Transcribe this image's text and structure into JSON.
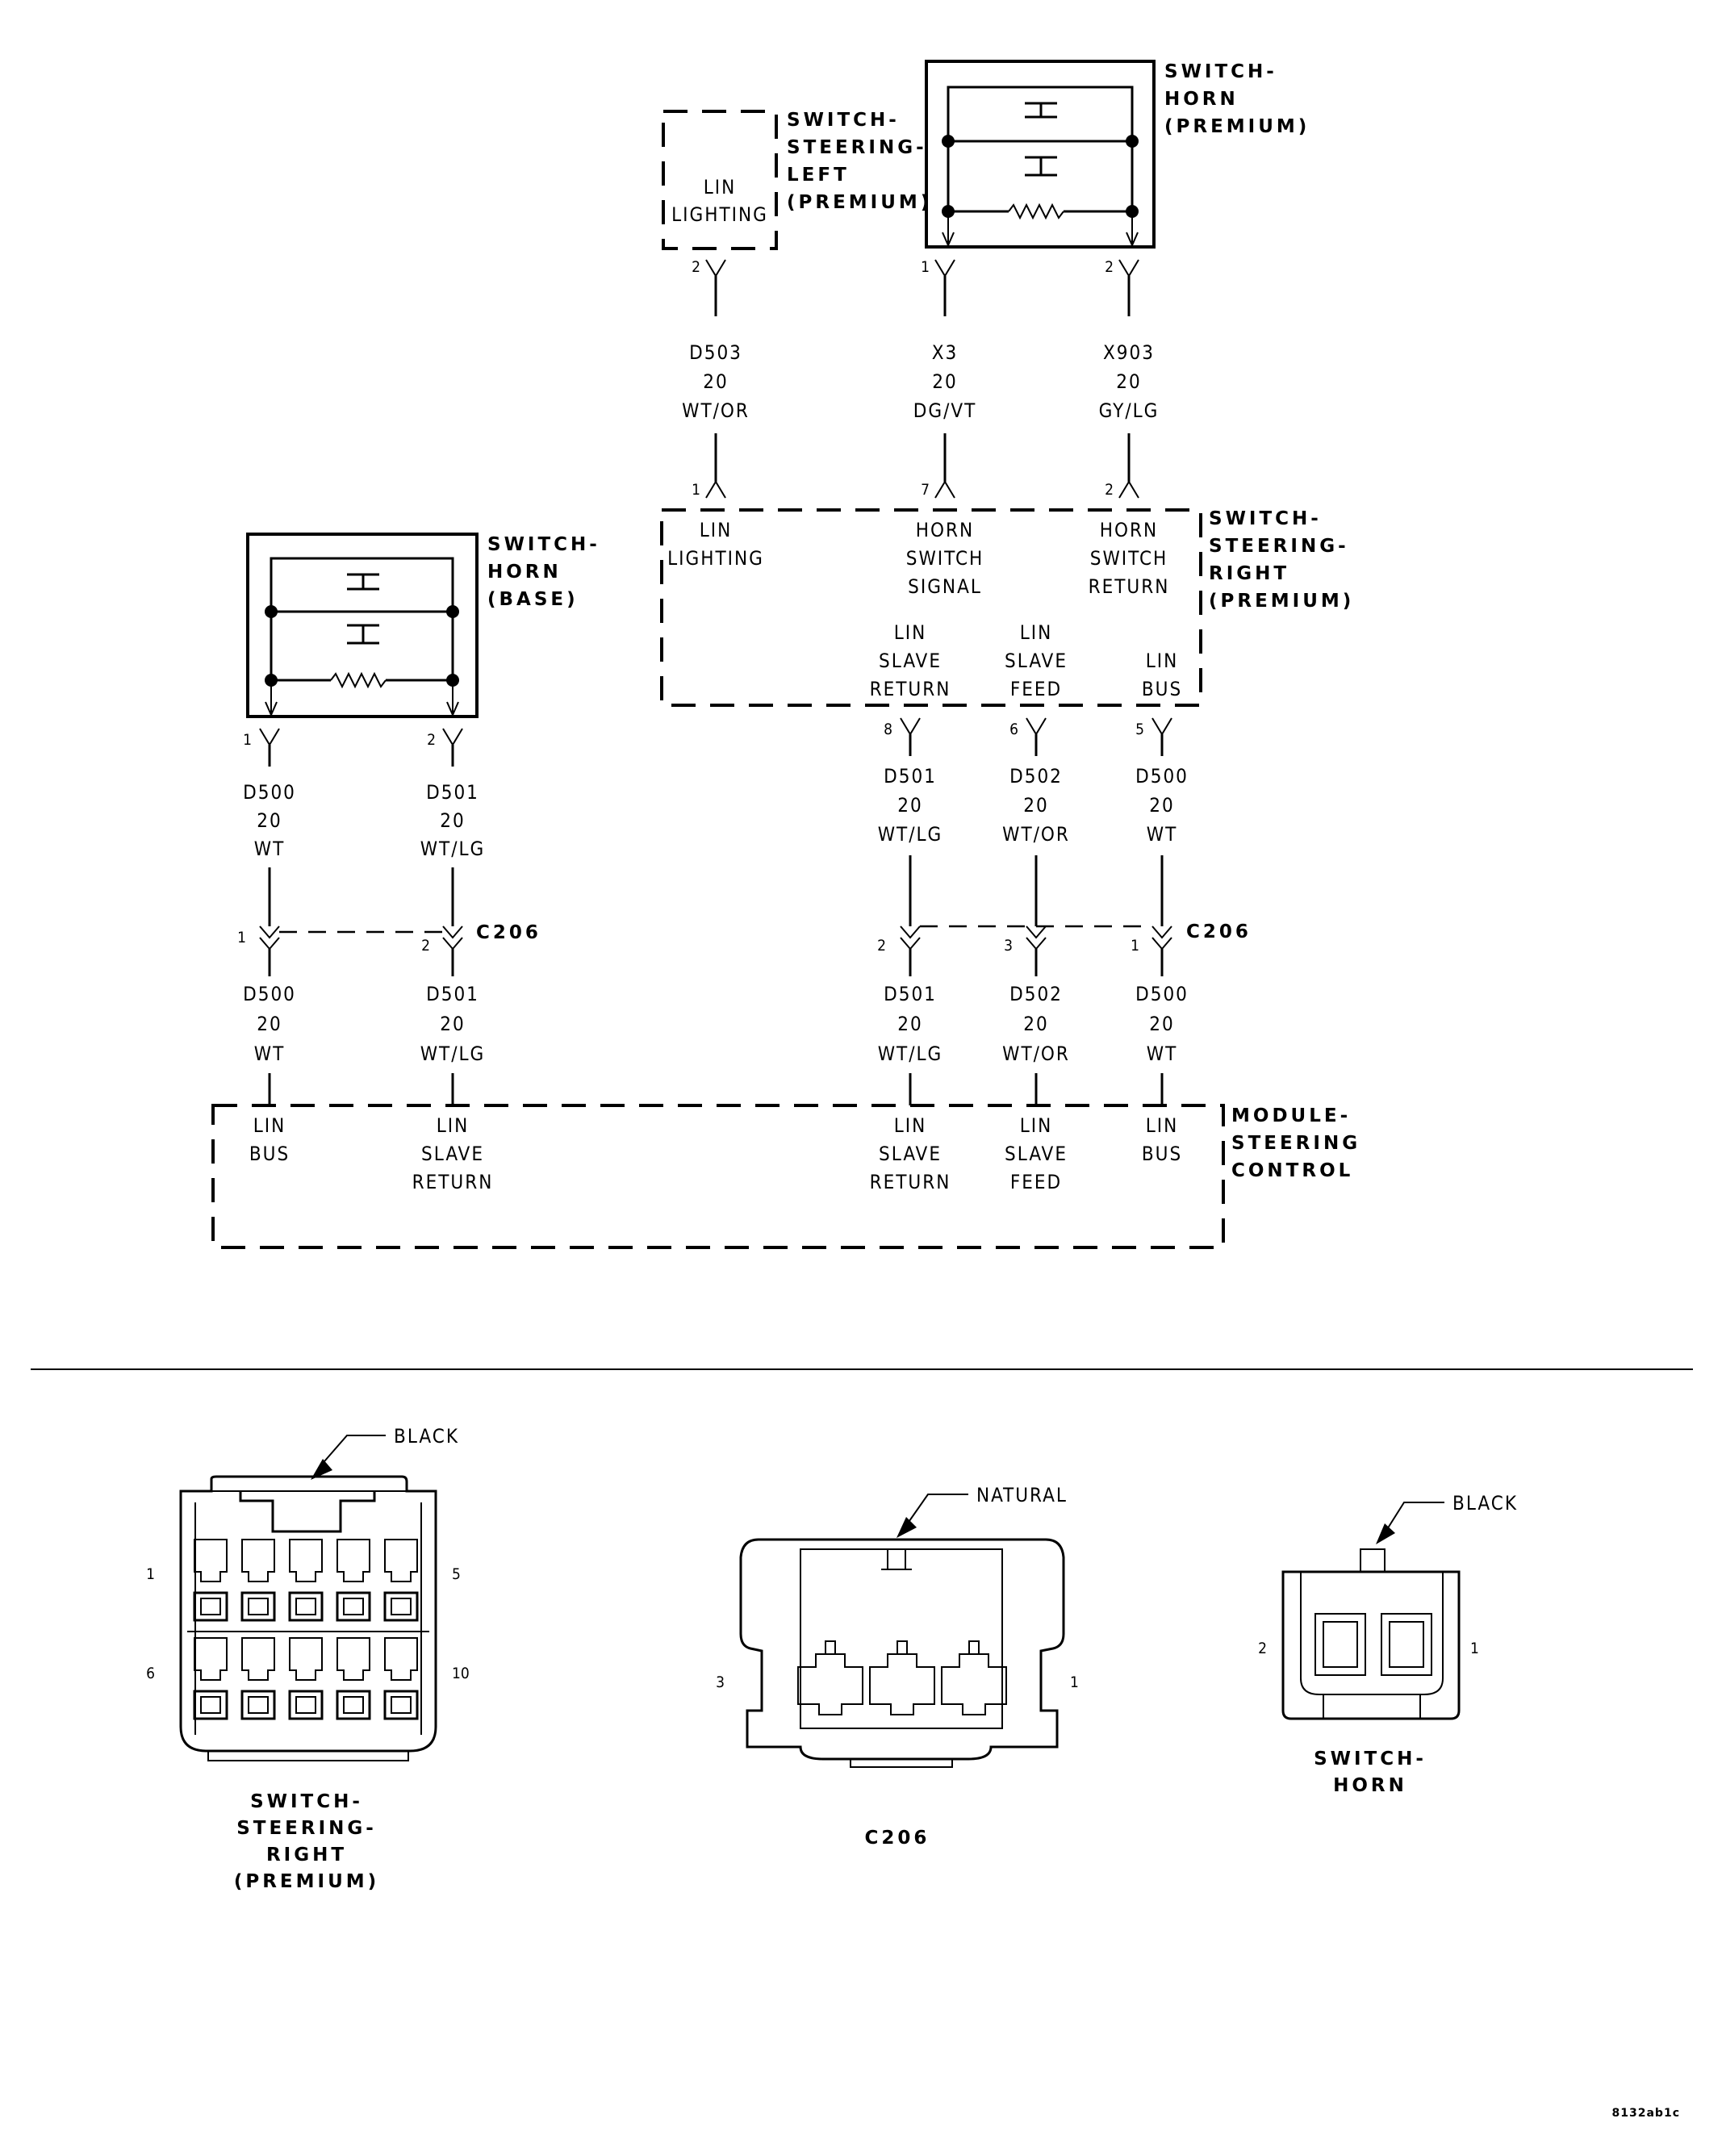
{
  "components": {
    "switch_steering_left": [
      "SWITCH-",
      "STEERING-",
      "LEFT",
      "(PREMIUM)"
    ],
    "switch_horn_premium": [
      "SWITCH-",
      "HORN",
      "(PREMIUM)"
    ],
    "switch_horn_base": [
      "SWITCH-",
      "HORN",
      "(BASE)"
    ],
    "switch_steering_right": [
      "SWITCH-",
      "STEERING-",
      "RIGHT",
      "(PREMIUM)"
    ],
    "module_steering_control": [
      "MODULE-",
      "STEERING",
      "CONTROL"
    ]
  },
  "pin_functions": {
    "left_lin_lighting": [
      "LIN",
      "LIGHTING"
    ],
    "right_lin_lighting": [
      "LIN",
      "LIGHTING"
    ],
    "right_horn_switch_signal": [
      "HORN",
      "SWITCH",
      "SIGNAL"
    ],
    "right_horn_switch_return": [
      "HORN",
      "SWITCH",
      "RETURN"
    ],
    "right_lin_slave_return": [
      "LIN",
      "SLAVE",
      "RETURN"
    ],
    "right_lin_slave_feed": [
      "LIN",
      "SLAVE",
      "FEED"
    ],
    "right_lin_bus": [
      "LIN",
      "BUS"
    ],
    "module_lin_bus_1": [
      "LIN",
      "BUS"
    ],
    "module_lin_slave_return_1": [
      "LIN",
      "SLAVE",
      "RETURN"
    ],
    "module_lin_slave_return_2": [
      "LIN",
      "SLAVE",
      "RETURN"
    ],
    "module_lin_slave_feed": [
      "LIN",
      "SLAVE",
      "FEED"
    ],
    "module_lin_bus_2": [
      "LIN",
      "BUS"
    ]
  },
  "wires": {
    "d503_top": [
      "D503",
      "20",
      "WT/OR"
    ],
    "x3_top": [
      "X3",
      "20",
      "DG/VT"
    ],
    "x903_top": [
      "X903",
      "20",
      "GY/LG"
    ],
    "base_d500_upper": [
      "D500",
      "20",
      "WT"
    ],
    "base_d501_upper": [
      "D501",
      "20",
      "WT/LG"
    ],
    "right_d501_upper": [
      "D501",
      "20",
      "WT/LG"
    ],
    "right_d502_upper": [
      "D502",
      "20",
      "WT/OR"
    ],
    "right_d500_upper": [
      "D500",
      "20",
      "WT"
    ],
    "base_d500_lower": [
      "D500",
      "20",
      "WT"
    ],
    "base_d501_lower": [
      "D501",
      "20",
      "WT/LG"
    ],
    "right_d501_lower": [
      "D501",
      "20",
      "WT/LG"
    ],
    "right_d502_lower": [
      "D502",
      "20",
      "WT/OR"
    ],
    "right_d500_lower": [
      "D500",
      "20",
      "WT"
    ]
  },
  "pins": {
    "left_switch_2": "2",
    "horn_premium_1": "1",
    "horn_premium_2": "2",
    "right_switch_1": "1",
    "right_switch_7": "7",
    "right_switch_2": "2",
    "horn_base_1": "1",
    "horn_base_2": "2",
    "right_switch_8": "8",
    "right_switch_6": "6",
    "right_switch_5": "5",
    "c206_left_1": "1",
    "c206_left_2": "2",
    "c206_right_2": "2",
    "c206_right_3": "3",
    "c206_right_1": "1"
  },
  "connectors": {
    "c206": "C206"
  },
  "connector_views": {
    "steering_right": {
      "color": "BLACK",
      "pins": [
        "1",
        "5",
        "6",
        "10"
      ],
      "name": [
        "SWITCH-",
        "STEERING-",
        "RIGHT",
        "(PREMIUM)"
      ]
    },
    "c206": {
      "color": "NATURAL",
      "pins": [
        "3",
        "1"
      ],
      "name": "C206"
    },
    "horn": {
      "color": "BLACK",
      "pins": [
        "2",
        "1"
      ],
      "name": [
        "SWITCH-",
        "HORN"
      ]
    }
  },
  "figure_id": "8132ab1c"
}
